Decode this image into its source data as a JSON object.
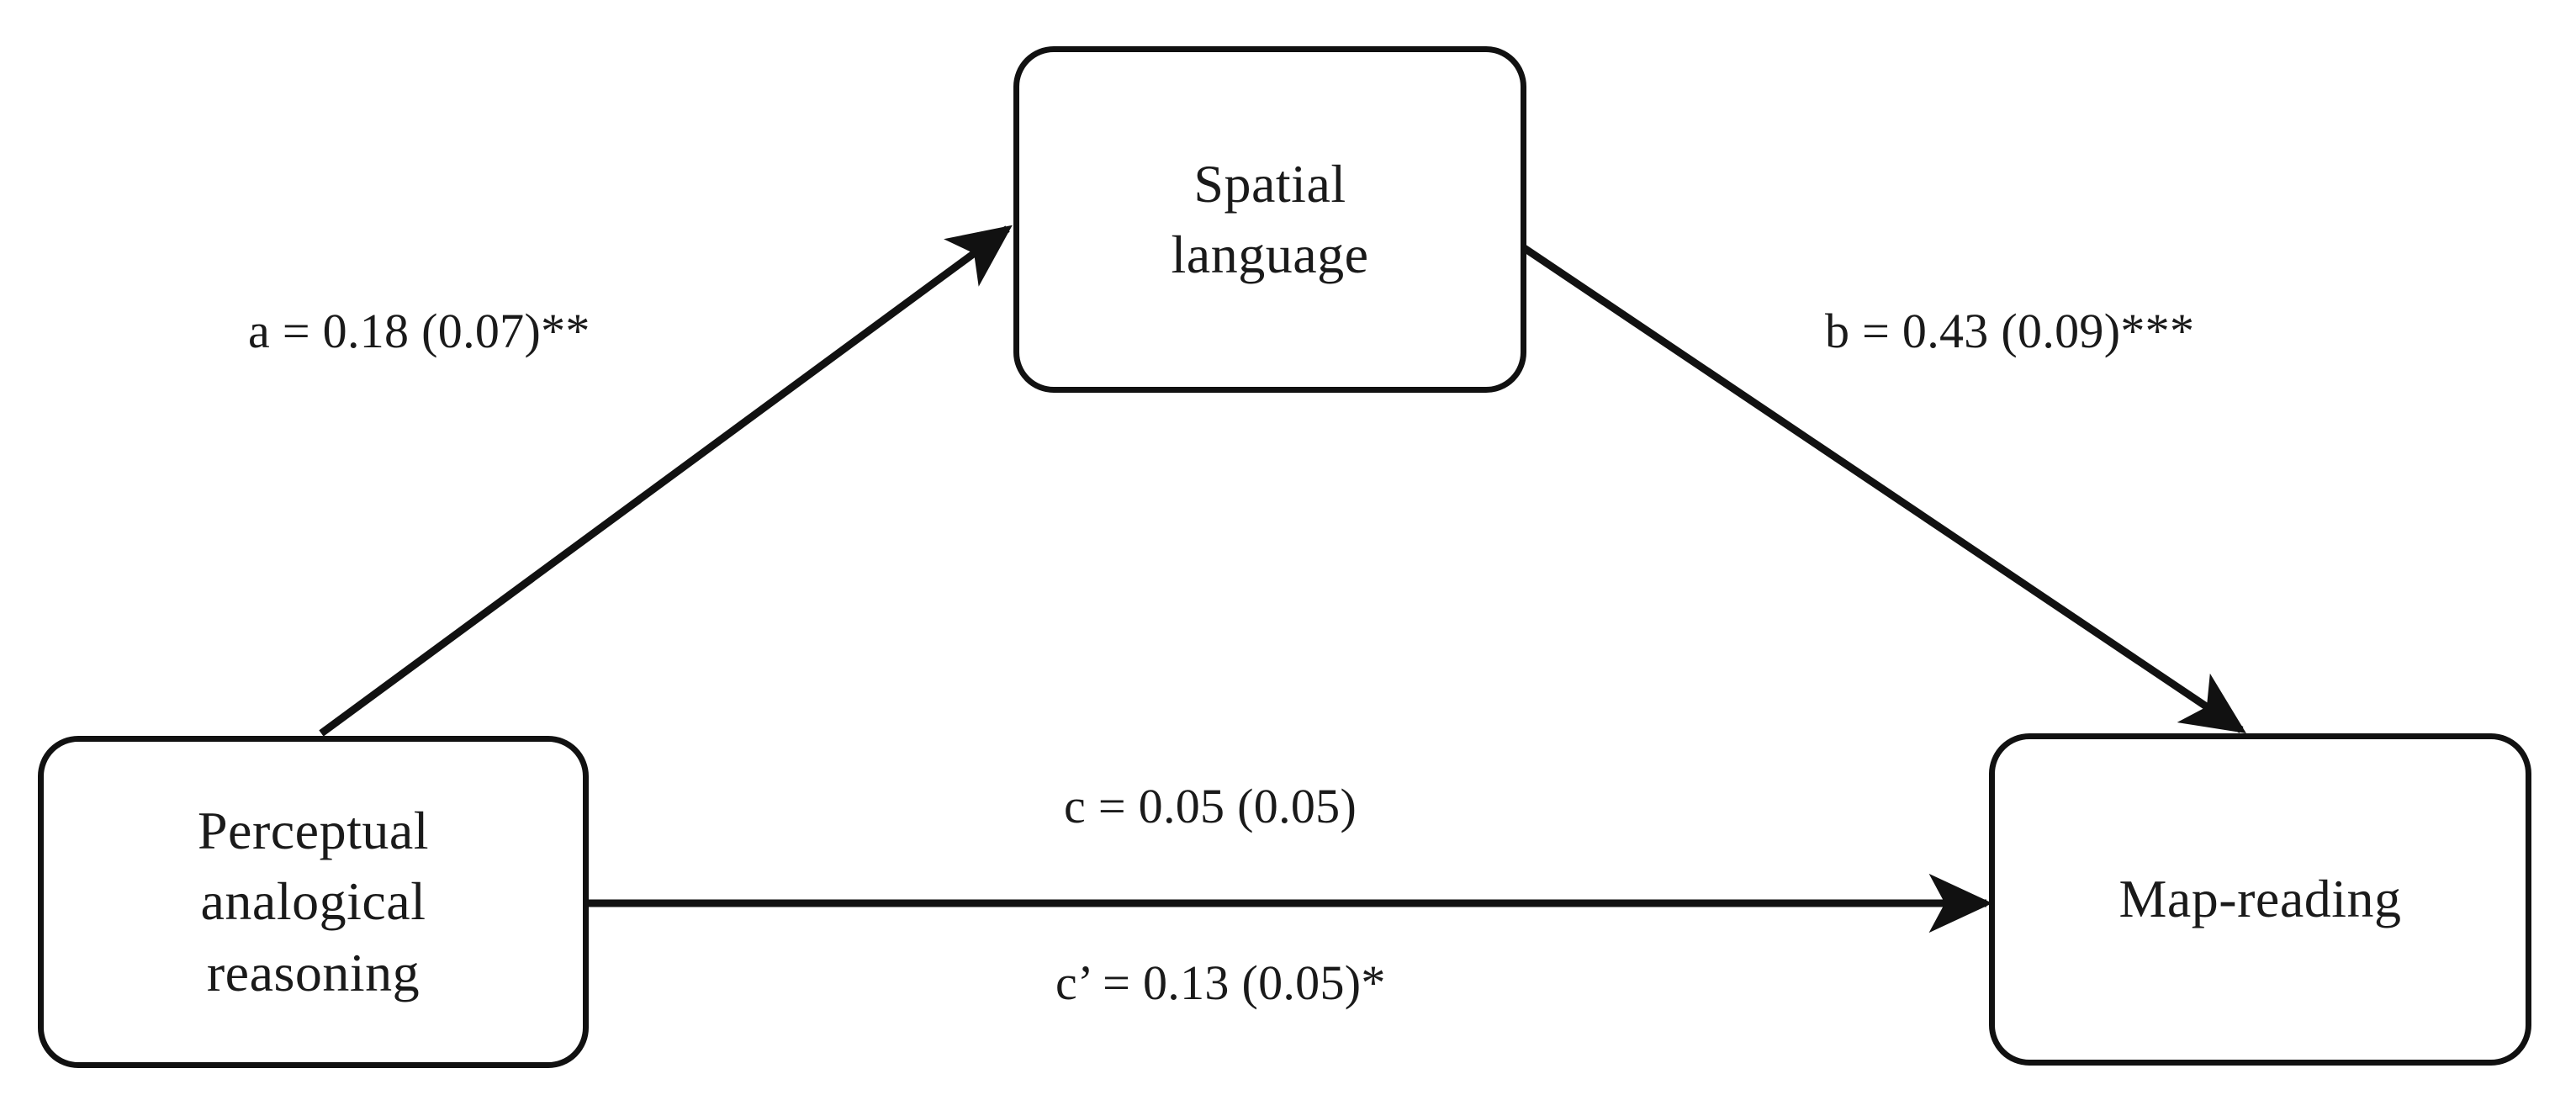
{
  "diagram": {
    "type": "mediation-path-diagram",
    "nodes": [
      {
        "id": "mediator",
        "label": "Spatial\nlanguage"
      },
      {
        "id": "predictor",
        "label": "Perceptual\nanalogical\nreasoning"
      },
      {
        "id": "outcome",
        "label": "Map-reading"
      }
    ],
    "edges": [
      {
        "id": "a",
        "label": "a = 0.18 (0.07)**",
        "from": "predictor",
        "to": "mediator"
      },
      {
        "id": "b",
        "label": "b = 0.43 (0.09)***",
        "from": "mediator",
        "to": "outcome"
      },
      {
        "id": "c",
        "label": "c = 0.05 (0.05)",
        "from": "predictor",
        "to": "outcome"
      },
      {
        "id": "cprime",
        "label": "c’ = 0.13 (0.05)*",
        "from": "predictor",
        "to": "outcome"
      }
    ],
    "colors": {
      "stroke": "#111111",
      "text": "#1a1a1a",
      "background": "#ffffff"
    }
  }
}
